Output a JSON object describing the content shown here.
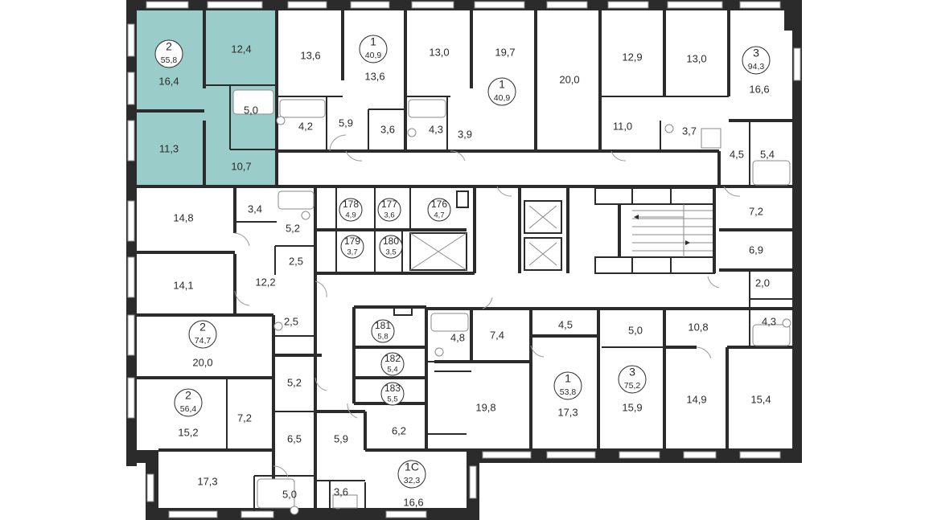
{
  "colors": {
    "highlight": "#8fc6c4",
    "wall": "#2b2b2b",
    "background": "#ffffff"
  },
  "selected_apartment": {
    "rooms": "2",
    "total": "55,8"
  },
  "apartments": [
    {
      "id": "apt-a",
      "rooms": "2",
      "total": "55,8"
    },
    {
      "id": "apt-b",
      "rooms": "1",
      "total": "40,9"
    },
    {
      "id": "apt-c",
      "rooms": "1",
      "total": "40,9"
    },
    {
      "id": "apt-d",
      "rooms": "3",
      "total": "94,3"
    },
    {
      "id": "apt-e",
      "rooms": "2",
      "total": "74,7"
    },
    {
      "id": "apt-f",
      "rooms": "2",
      "total": "56,4"
    },
    {
      "id": "apt-g",
      "rooms": "1",
      "total": "53,8"
    },
    {
      "id": "apt-h",
      "rooms": "3",
      "total": "75,2"
    },
    {
      "id": "apt-i",
      "rooms": "1C",
      "total": "32,3"
    }
  ],
  "lockers": [
    {
      "num": "178",
      "area": "4,9"
    },
    {
      "num": "177",
      "area": "3,6"
    },
    {
      "num": "176",
      "area": "4,7"
    },
    {
      "num": "179",
      "area": "3,7"
    },
    {
      "num": "180",
      "area": "3,5"
    },
    {
      "num": "181",
      "area": "5,8"
    },
    {
      "num": "182",
      "area": "5,4"
    },
    {
      "num": "183",
      "area": "5,5"
    }
  ],
  "rooms": [
    "16,4",
    "12,4",
    "5,0",
    "11,3",
    "10,7",
    "13,6",
    "13,6",
    "4,2",
    "5,9",
    "3,6",
    "13,0",
    "4,3",
    "3,9",
    "19,7",
    "20,0",
    "12,9",
    "13,0",
    "11,0",
    "3,7",
    "16,6",
    "4,5",
    "5,4",
    "7,2",
    "6,9",
    "2,0",
    "4,3",
    "10,8",
    "14,8",
    "3,4",
    "5,2",
    "2,5",
    "14,1",
    "12,2",
    "2,5",
    "20,0",
    "5,2",
    "7,2",
    "15,2",
    "6,5",
    "5,9",
    "6,2",
    "17,3",
    "5,0",
    "3,6",
    "16,6",
    "4,8",
    "7,4",
    "19,8",
    "4,5",
    "17,3",
    "5,0",
    "15,9",
    "14,9",
    "15,4"
  ]
}
